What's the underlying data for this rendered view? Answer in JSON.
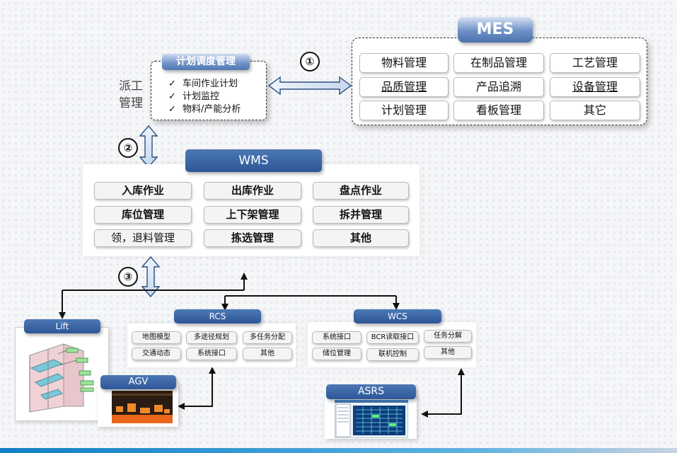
{
  "mes": {
    "title": "MES",
    "modules": [
      "物料管理",
      "在制品管理",
      "工艺管理",
      "品质管理",
      "产品追溯",
      "设备管理",
      "计划管理",
      "看板管理",
      "其它"
    ]
  },
  "planning": {
    "title": "计划调度管理",
    "items": [
      "车间作业计划",
      "计划监控",
      "物料/产能分析"
    ],
    "check": "✓",
    "side_label_line1": "派工",
    "side_label_line2": "管理"
  },
  "markers": [
    "①",
    "②",
    "③"
  ],
  "wms": {
    "title": "WMS",
    "modules": [
      "入库作业",
      "出库作业",
      "盘点作业",
      "库位管理",
      "上下架管理",
      "拆并管理",
      "领，退料管理",
      "拣选管理",
      "其他"
    ]
  },
  "rcs": {
    "title": "RCS",
    "modules": [
      "地图模型",
      "多途径规划",
      "多任务分配",
      "交通动态",
      "系统接口",
      "其他"
    ]
  },
  "wcs": {
    "title": "WCS",
    "modules": [
      "系统接口",
      "BCR读取接口",
      "任务分解",
      "储位管理",
      "联机控制",
      "其他"
    ]
  },
  "lift": {
    "title": "Lift"
  },
  "agv": {
    "title": "AGV"
  },
  "asrs": {
    "title": "ASRS"
  },
  "colors": {
    "header_blue": "#2d5696",
    "mes_blue": "#6d90c6",
    "arrow_fill": "#d8e6f5",
    "bar_blue": "#0e7fc4"
  }
}
